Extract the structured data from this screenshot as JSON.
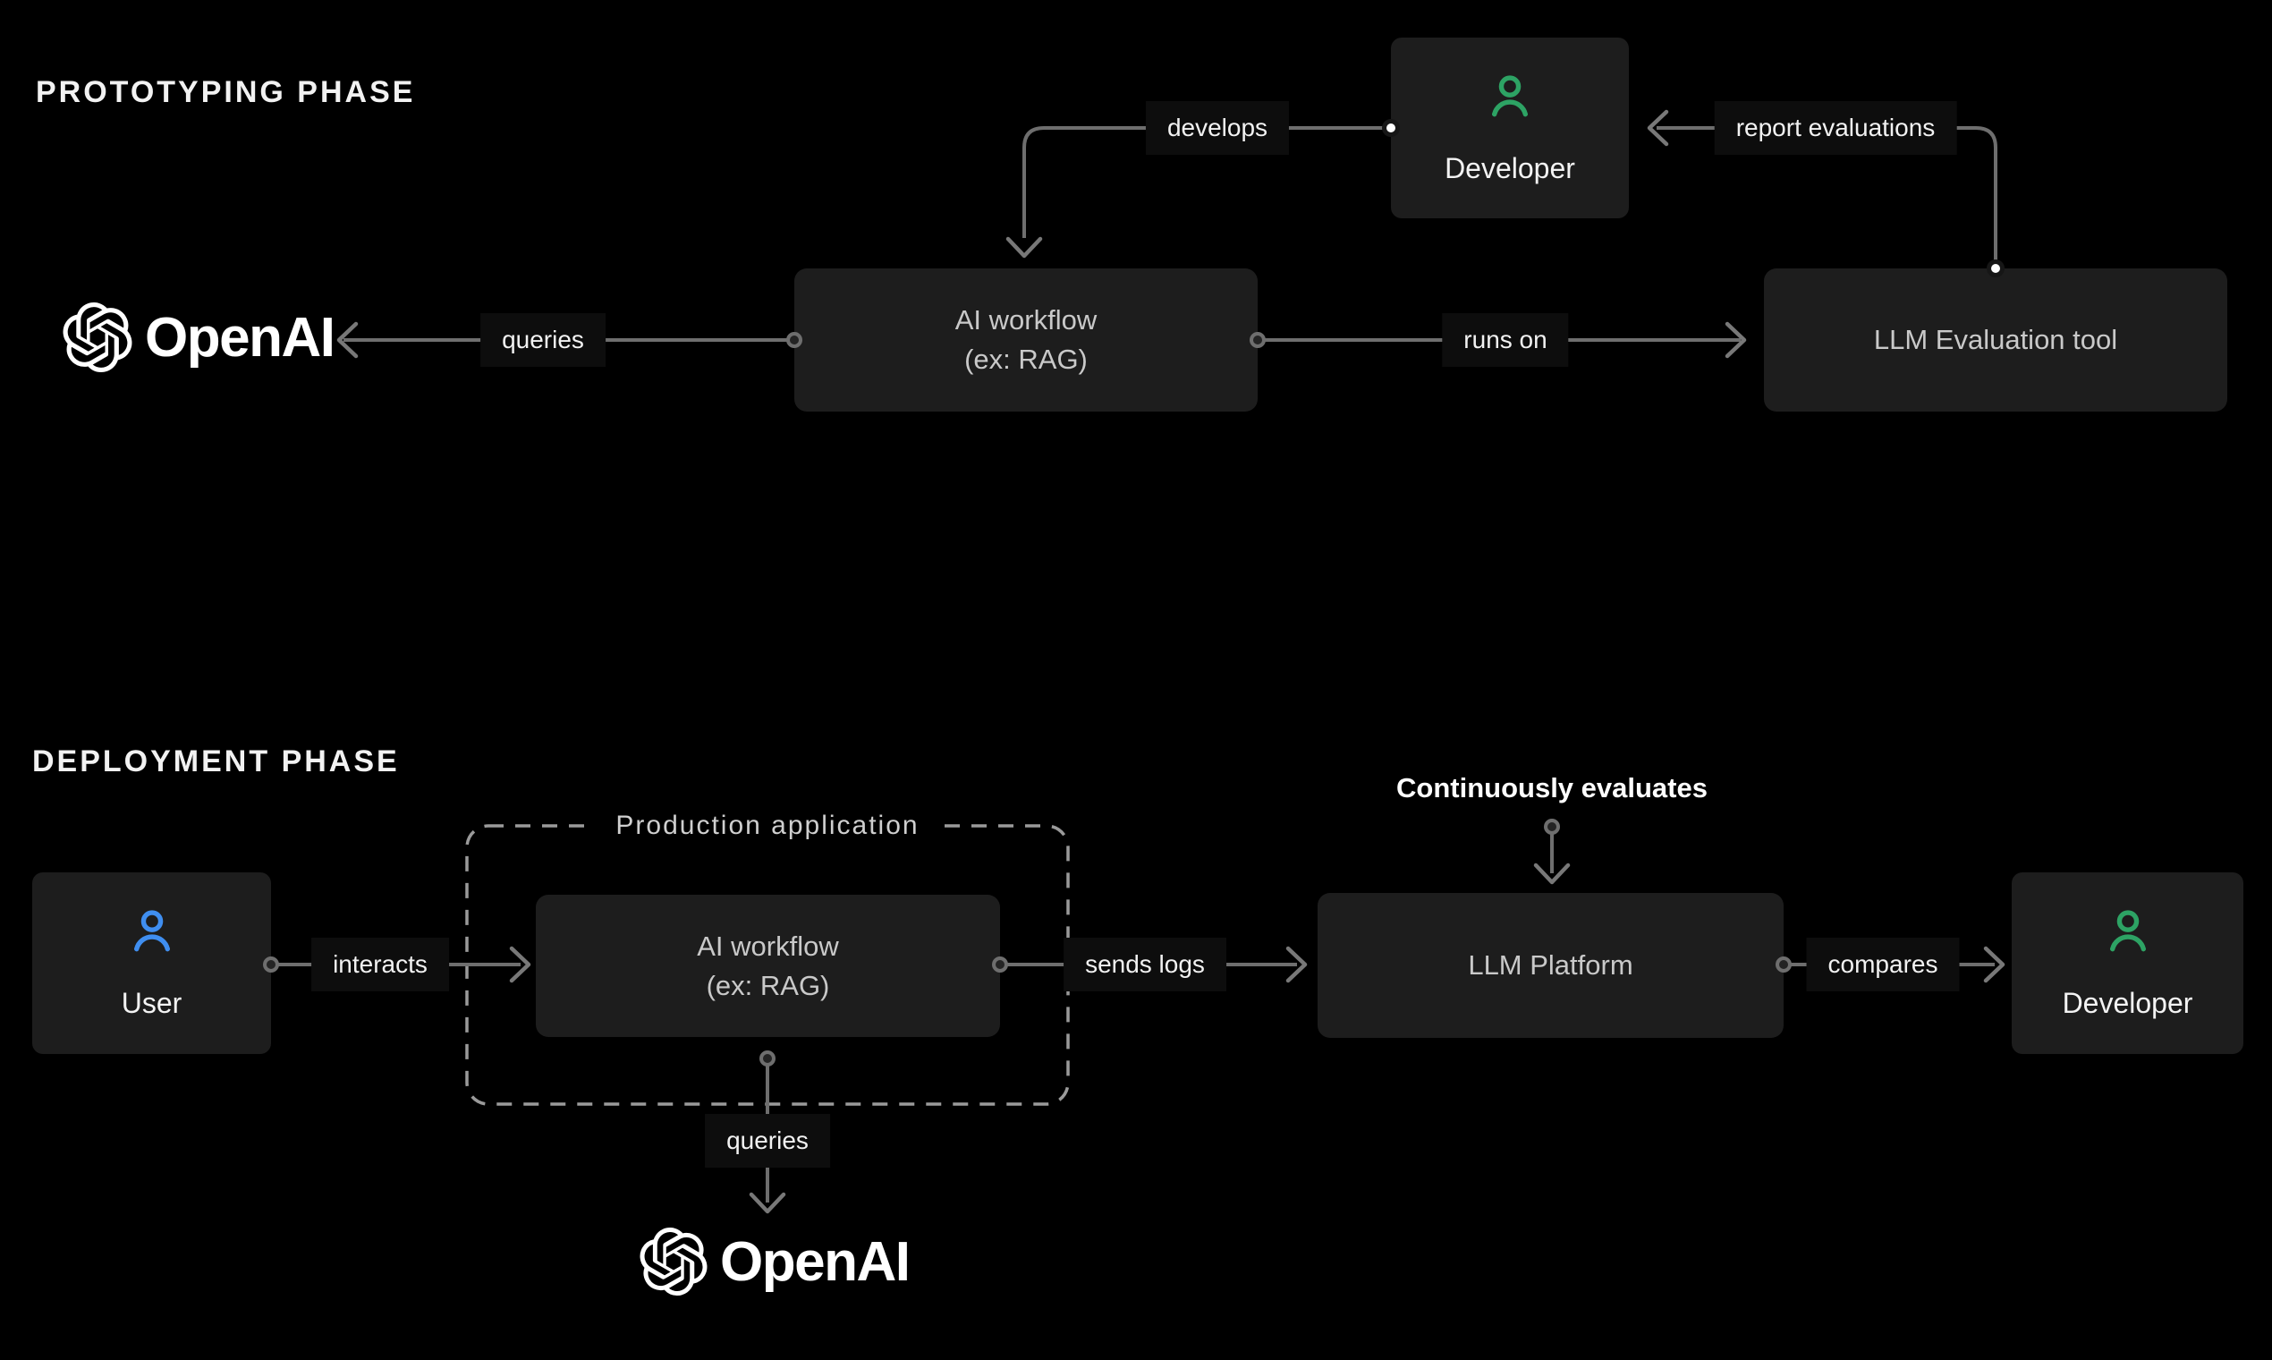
{
  "colors": {
    "background": "#000000",
    "node_background": "#1d1d1d",
    "node_text": "#c9c9c9",
    "bright_text": "#f3f3f3",
    "line": "#6e6e6e",
    "dashed_border": "#9a9a9a",
    "accent_green": "#2da364",
    "accent_blue": "#3f8ef0"
  },
  "icons": {
    "developer": "person-icon",
    "user": "person-icon",
    "openai": "openai-logomark-icon"
  },
  "prototyping": {
    "title": "PROTOTYPING PHASE",
    "openai_label": "OpenAI",
    "developer_label": "Developer",
    "ai_workflow_line1": "AI workflow",
    "ai_workflow_line2": "(ex: RAG)",
    "llm_eval_label": "LLM Evaluation tool",
    "edge_develops": "develops",
    "edge_queries": "queries",
    "edge_runs_on": "runs on",
    "edge_report_evaluations": "report evaluations"
  },
  "deployment": {
    "title": "DEPLOYMENT PHASE",
    "user_label": "User",
    "production_app_label": "Production application",
    "ai_workflow_line1": "AI workflow",
    "ai_workflow_line2": "(ex: RAG)",
    "llm_platform_label": "LLM Platform",
    "developer_label": "Developer",
    "openai_label": "OpenAI",
    "edge_interacts": "interacts",
    "edge_sends_logs": "sends logs",
    "edge_compares": "compares",
    "edge_queries": "queries",
    "edge_continuously_evaluates": "Continuously evaluates"
  }
}
